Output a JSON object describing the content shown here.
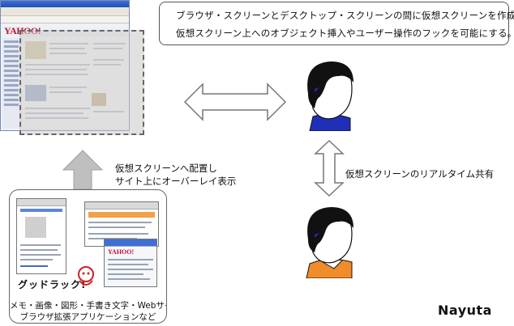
{
  "callout": {
    "line1": "ブラウザ・スクリーンとデスクトップ・スクリーンの間に仮想スクリーンを作成。",
    "line2": "仮想スクリーン上へのオブジェクト挿入やユーザー操作のフックを可能にする。"
  },
  "screenshot": {
    "logo_text": "YAHOO!"
  },
  "labels": {
    "place_line1": "仮想スクリーンへ配置し",
    "place_line2": "サイト上にオーバーレイ表示",
    "realtime_share": "仮想スクリーンのリアルタイム共有"
  },
  "source_box": {
    "goodluck": "グッドラック!",
    "caption_line1": "メモ・画像・図形・手書き文字・Webサイト",
    "caption_line2": "ブラウザ拡張アプリケーションなど",
    "yahoo_thumb": "YAHOO!"
  },
  "brand": "Nayuta",
  "colors": {
    "arrow_fill": "#ffffff",
    "up_arrow_fill": "#bfbfbf",
    "person_shirt_1": "#1f2fb8",
    "person_shirt_2": "#f08c2a",
    "eye": "#2030c0"
  },
  "icons": [
    "browser-window-icon",
    "person-icon",
    "doc-note-icon",
    "mascot-icon"
  ]
}
